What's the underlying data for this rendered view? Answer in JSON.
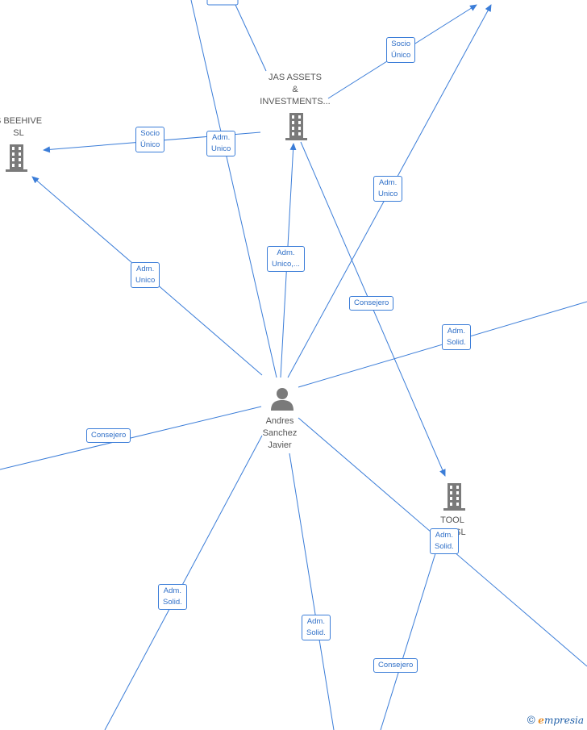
{
  "nodes": {
    "jas_assets": {
      "label": "JAS ASSETS\n&\nINVESTMENTS..."
    },
    "beehive": {
      "label": "S BEEHIVE\nSL"
    },
    "andres": {
      "label": "Andres\nSanchez\nJavier"
    },
    "tool": {
      "label": "TOOL\nF        Y SL"
    }
  },
  "edges": {
    "e1": {
      "label": "Socio\nÚnico"
    },
    "e2": {
      "label": "Socio\nÚnico"
    },
    "e3": {
      "label": "Adm.\nUnico"
    },
    "e4": {
      "label": "Adm.\nUnico"
    },
    "e5": {
      "label": "Adm.\nUnico,..."
    },
    "e6": {
      "label": "Adm.\nUnico"
    },
    "e7": {
      "label": "Consejero"
    },
    "e8": {
      "label": "Adm.\nSolid."
    },
    "e9": {
      "label": "Consejero"
    },
    "e10": {
      "label": "Adm.\nSolid."
    },
    "e11": {
      "label": "Adm.\nSolid."
    },
    "e12": {
      "label": "Adm.\nSolid."
    },
    "e13": {
      "label": "Consejero"
    }
  },
  "watermark": {
    "copyright": "©",
    "brand_e": "e",
    "brand_rest": "mpresia"
  }
}
